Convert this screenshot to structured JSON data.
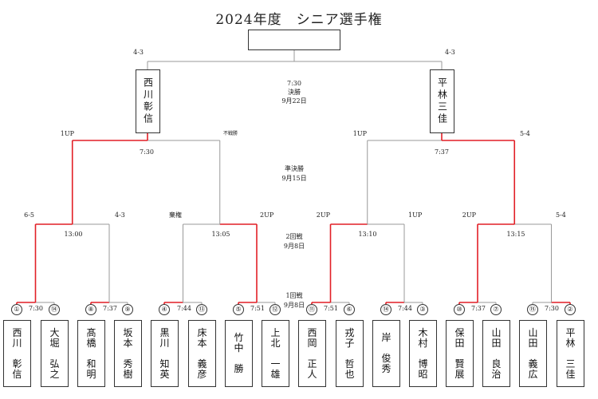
{
  "title": "2024年度　シニア選手権",
  "colors": {
    "winner_line": "#e21f26",
    "loser_line": "#999999"
  },
  "final": {
    "time": "7:30",
    "round": "決勝",
    "date": "9月22日",
    "left_score": "4-3",
    "right_score": "4-3",
    "finalists": [
      {
        "chars": [
          "西",
          "川",
          "彰",
          "信"
        ]
      },
      {
        "chars": [
          "平",
          "林",
          "三",
          "佳"
        ]
      }
    ]
  },
  "semifinal": {
    "round": "準決勝",
    "date": "9月15日",
    "left": {
      "time": "7:30",
      "top_result": "1UP",
      "bottom_result": "不戦勝"
    },
    "right": {
      "time": "7:37",
      "top_result": "1UP",
      "bottom_result": "5-4"
    }
  },
  "round2": {
    "round": "2回戦",
    "date": "9月8日",
    "matches": [
      {
        "time": "13:00",
        "left_result": "6-5",
        "right_result": "4-3"
      },
      {
        "time": "13:05",
        "left_result": "棄権",
        "right_result": "2UP"
      },
      {
        "time": "13:10",
        "left_result": "2UP",
        "right_result": "1UP"
      },
      {
        "time": "13:15",
        "left_result": "2UP",
        "right_result": "5-4"
      }
    ]
  },
  "round1": {
    "round": "1回戦",
    "date": "9月8日",
    "matches": [
      {
        "time": "7:30"
      },
      {
        "time": "7:37"
      },
      {
        "time": "7:44"
      },
      {
        "time": "7:51"
      },
      {
        "time": "7:51"
      },
      {
        "time": "7:44"
      },
      {
        "time": "7:37"
      },
      {
        "time": "7:30"
      }
    ]
  },
  "players": [
    {
      "seed": "①",
      "lines": [
        "西",
        "川",
        "",
        "彰",
        "信"
      ]
    },
    {
      "seed": "⑭",
      "lines": [
        "大",
        "堀",
        "",
        "弘",
        "之"
      ]
    },
    {
      "seed": "⑧",
      "lines": [
        "髙",
        "橋",
        "",
        "和",
        "明"
      ]
    },
    {
      "seed": "⑨",
      "lines": [
        "坂",
        "本",
        "",
        "秀",
        "樹"
      ]
    },
    {
      "seed": "④",
      "lines": [
        "黒",
        "川",
        "",
        "知",
        "英"
      ]
    },
    {
      "seed": "⑬",
      "lines": [
        "床",
        "本",
        "",
        "義",
        "彦"
      ]
    },
    {
      "seed": "⑤",
      "lines": [
        "竹",
        "中",
        "",
        "勝"
      ]
    },
    {
      "seed": "⑫",
      "lines": [
        "上",
        "北",
        "",
        "一",
        "雄"
      ]
    },
    {
      "seed": "⑪",
      "lines": [
        "西",
        "岡",
        "",
        "正",
        "人"
      ]
    },
    {
      "seed": "⑥",
      "lines": [
        "戎",
        "子",
        "",
        "哲",
        "也"
      ]
    },
    {
      "seed": "⑭",
      "lines": [
        "岸",
        "",
        "俊",
        "秀"
      ]
    },
    {
      "seed": "③",
      "lines": [
        "木",
        "村",
        "",
        "博",
        "昭"
      ]
    },
    {
      "seed": "⑩",
      "lines": [
        "保",
        "田",
        "",
        "賢",
        "展"
      ]
    },
    {
      "seed": "⑦",
      "lines": [
        "山",
        "田",
        "",
        "良",
        "治"
      ]
    },
    {
      "seed": "⑮",
      "lines": [
        "山",
        "田",
        "",
        "義",
        "広"
      ]
    },
    {
      "seed": "②",
      "lines": [
        "平",
        "林",
        "",
        "三",
        "佳"
      ]
    }
  ]
}
